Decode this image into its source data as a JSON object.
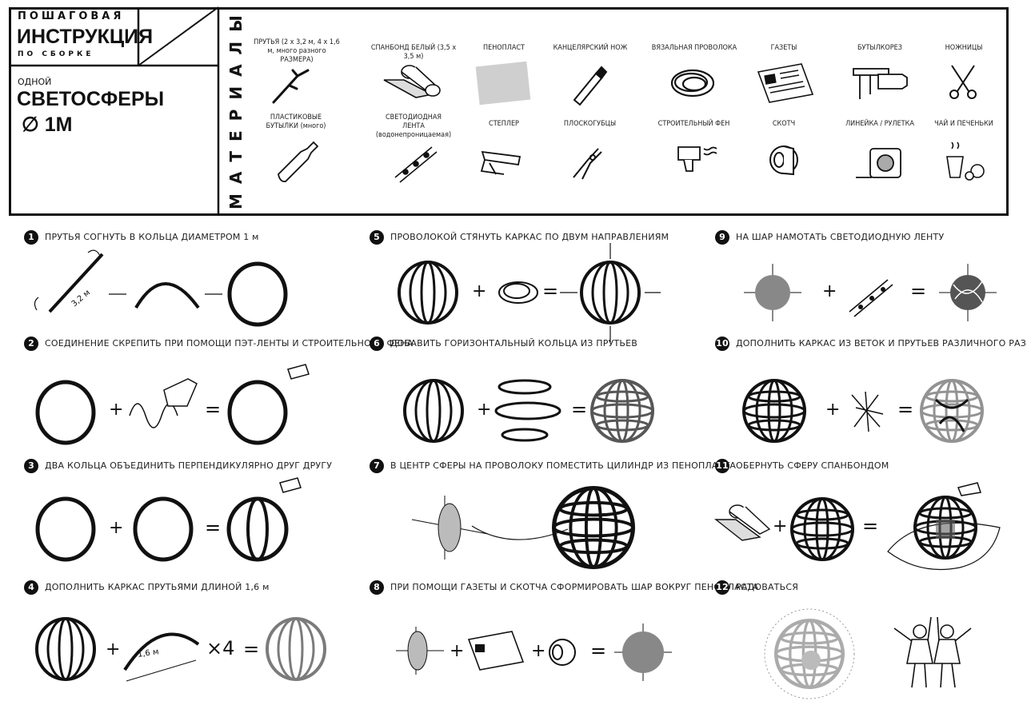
{
  "title": {
    "line1": "ПОШАГОВАЯ",
    "line2": "ИНСТРУКЦИЯ",
    "line3": "ПО СБОРКЕ",
    "line4": "ОДНОЙ",
    "line5": "СВЕТОСФЕРЫ",
    "diameter": "1М",
    "diameter_symbol": "∅"
  },
  "materials_heading": "МАТЕРИАЛЫ",
  "materials": [
    {
      "label": "ПРУТЬЯ (2 х 3,2 м, 4 х 1,6 м, много разного РАЗМЕРА)",
      "icon": "twig-icon"
    },
    {
      "label": "СПАНБОНД БЕЛЫЙ (3,5 х 3,5 м)",
      "icon": "fabric-roll-icon"
    },
    {
      "label": "ПЕНОПЛАСТ",
      "icon": "foam-icon"
    },
    {
      "label": "КАНЦЕЛЯРСКИЙ НОЖ",
      "icon": "utility-knife-icon"
    },
    {
      "label": "ВЯЗАЛЬНАЯ ПРОВОЛОКА",
      "icon": "wire-coil-icon"
    },
    {
      "label": "ГАЗЕТЫ",
      "icon": "newspaper-icon"
    },
    {
      "label": "БУТЫЛКОРЕЗ",
      "icon": "bottle-cutter-icon"
    },
    {
      "label": "НОЖНИЦЫ",
      "icon": "scissors-icon"
    },
    {
      "label": "ПЛАСТИКОВЫЕ БУТЫЛКИ (много)",
      "icon": "plastic-bottle-icon"
    },
    {
      "label": "СВЕТОДИОДНАЯ ЛЕНТА (водонепроницаемая)",
      "icon": "led-strip-icon"
    },
    {
      "label": "СТЕПЛЕР",
      "icon": "stapler-icon"
    },
    {
      "label": "ПЛОСКОГУБЦЫ",
      "icon": "pliers-icon"
    },
    {
      "label": "СТРОИТЕЛЬНЫЙ ФЕН",
      "icon": "heat-gun-icon"
    },
    {
      "label": "СКОТЧ",
      "icon": "tape-icon"
    },
    {
      "label": "ЛИНЕЙКА / РУЛЕТКА",
      "icon": "tape-measure-icon"
    },
    {
      "label": "ЧАЙ И ПЕЧЕНЬКИ",
      "icon": "tea-cookies-icon"
    }
  ],
  "steps": [
    {
      "n": "1",
      "text": "ПРУТЬЯ СОГНУТЬ В КОЛЬЦА ДИАМЕТРОМ    1 м",
      "dim": "3,2 м"
    },
    {
      "n": "2",
      "text": "СОЕДИНЕНИЕ СКРЕПИТЬ ПРИ ПОМОЩИ ПЭТ-ЛЕНТЫ И СТРОИТЕЛЬНОГО ФЕНА"
    },
    {
      "n": "3",
      "text": "ДВА КОЛЬЦА ОБЪЕДИНИТЬ ПЕРПЕНДИКУЛЯРНО ДРУГ ДРУГУ"
    },
    {
      "n": "4",
      "text": "ДОПОЛНИТЬ КАРКАС ПРУТЬЯМИ ДЛИНОЙ 1,6 м",
      "dim": "1,6 м",
      "mult": "×4"
    },
    {
      "n": "5",
      "text": "ПРОВОЛОКОЙ СТЯНУТЬ КАРКАС ПО ДВУМ НАПРАВЛЕНИЯМ"
    },
    {
      "n": "6",
      "text": "ДОБАВИТЬ ГОРИЗОНТАЛЬНЫЙ КОЛЬЦА ИЗ ПРУТЬЕВ"
    },
    {
      "n": "7",
      "text": "В ЦЕНТР СФЕРЫ НА ПРОВОЛОКУ ПОМЕСТИТЬ ЦИЛИНДР ИЗ ПЕНОПЛАСТА"
    },
    {
      "n": "8",
      "text": "ПРИ ПОМОЩИ ГАЗЕТЫ И СКОТЧА СФОРМИРОВАТЬ ШАР ВОКРУГ ПЕНОПЛАСТА"
    },
    {
      "n": "9",
      "text": "НА ШАР НАМОТАТЬ СВЕТОДИОДНУЮ ЛЕНТУ"
    },
    {
      "n": "10",
      "text": "ДОПОЛНИТЬ КАРКАС ИЗ ВЕТОК И ПРУТЬЕВ РАЗЛИЧНОГО РАЗМЕРА"
    },
    {
      "n": "11",
      "text": "ОБЕРНУТЬ СФЕРУ СПАНБОНДОМ"
    },
    {
      "n": "12",
      "text": "РАДОВАТЬСЯ"
    }
  ],
  "symbols": {
    "plus": "+",
    "equals": "="
  }
}
